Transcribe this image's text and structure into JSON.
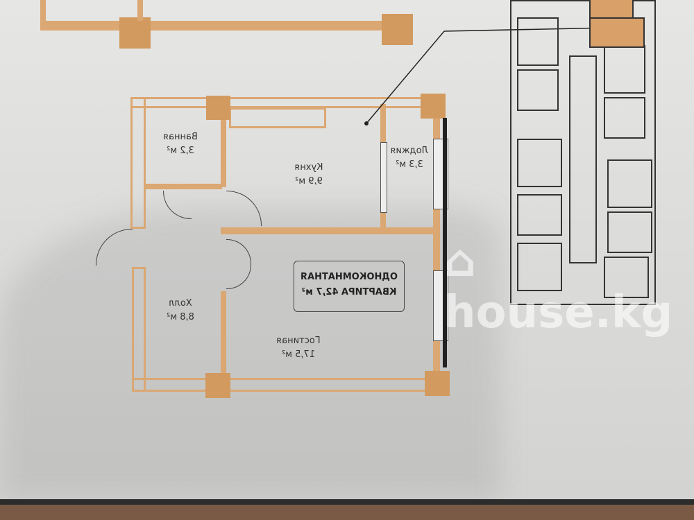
{
  "plan": {
    "title_line1": "ОДНОКОМНАТНАЯ",
    "title_line2": "КВАРТИРА 42,7 м²",
    "rooms": [
      {
        "name": "Ванная",
        "area": "3,2 м²"
      },
      {
        "name": "Кухня",
        "area": "9,9 м²"
      },
      {
        "name": "Лоджия",
        "area": "3,3 м²"
      },
      {
        "name": "Холл",
        "area": "8,8 м²"
      },
      {
        "name": "Гостиная",
        "area": "17,5 м²"
      }
    ]
  },
  "watermark": "house.kg",
  "colors": {
    "wall": "#dba772",
    "highlight": "#d9a06a"
  }
}
